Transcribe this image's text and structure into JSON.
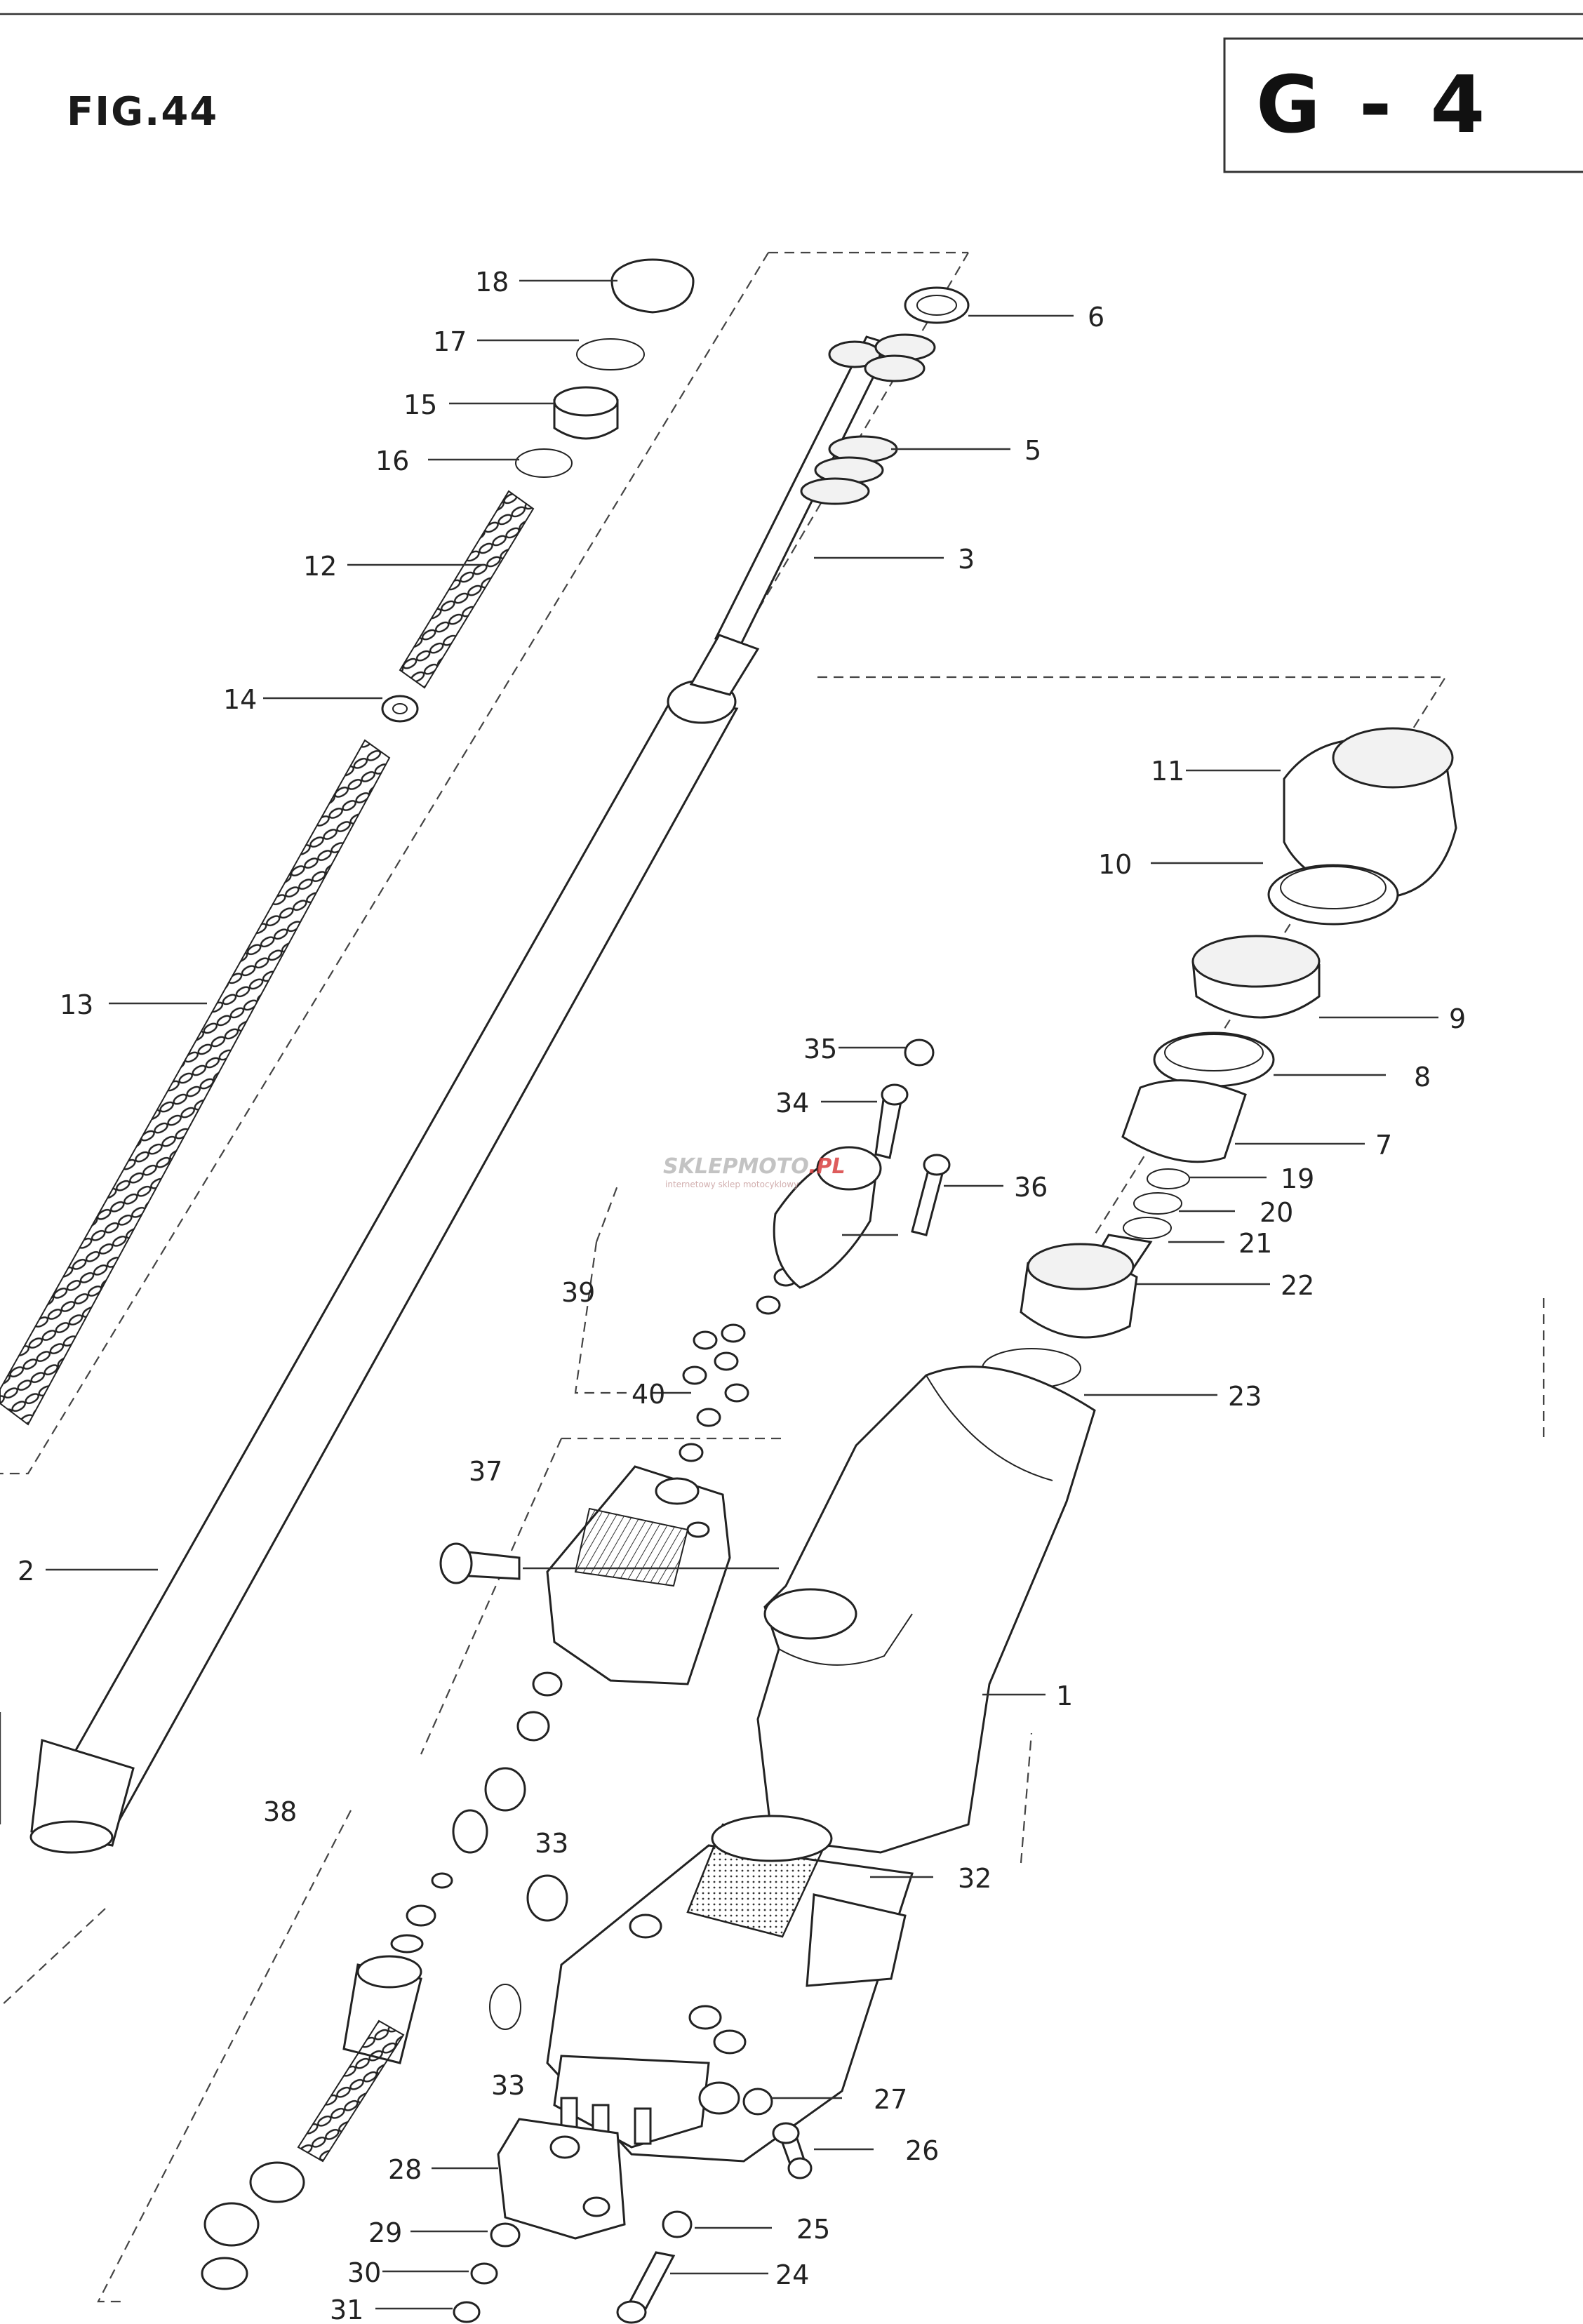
{
  "figure": {
    "label": "FIG.44",
    "group": "G - 4"
  },
  "watermark": {
    "brand_a": "SKLEPMOTO",
    "brand_b": ".PL",
    "tagline": "internetowy sklep motocyklowy"
  },
  "part_labels": [
    "1",
    "2",
    "3",
    "5",
    "6",
    "7",
    "8",
    "9",
    "10",
    "11",
    "12",
    "13",
    "14",
    "15",
    "16",
    "17",
    "18",
    "19",
    "20",
    "21",
    "22",
    "23",
    "24",
    "25",
    "26",
    "27",
    "28",
    "29",
    "30",
    "31",
    "32",
    "33",
    "33",
    "34",
    "35",
    "36",
    "37",
    "38",
    "39",
    "40"
  ],
  "colors": {
    "ink": "#222222",
    "paper": "#ffffff",
    "watermark_red": "#d94040",
    "watermark_grey": "#b9b9b9"
  }
}
